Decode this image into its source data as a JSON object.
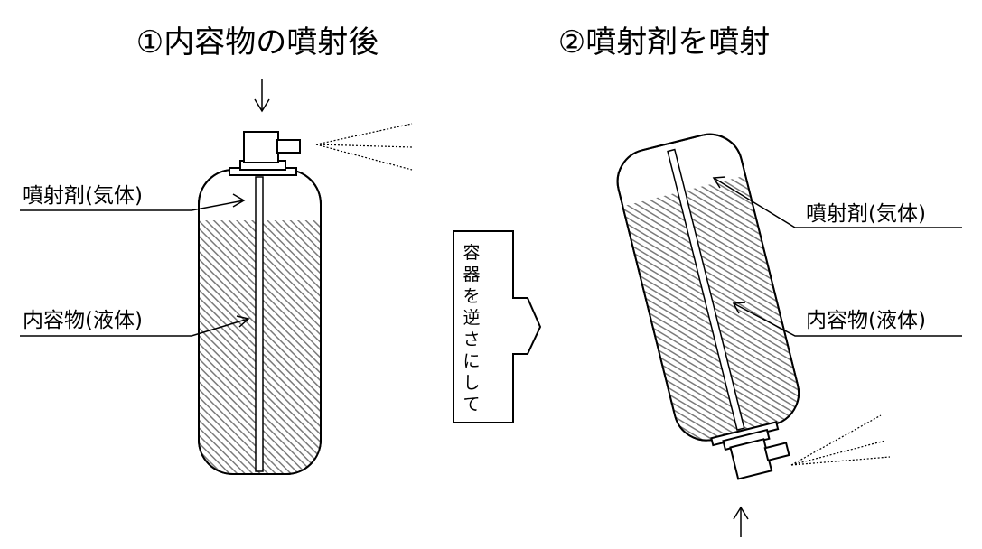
{
  "titles": {
    "left": "①内容物の噴射後",
    "right": "②噴射剤を噴射"
  },
  "left_labels": {
    "propellant": "噴射剤(気体)",
    "contents": "内容物(液体)"
  },
  "right_labels": {
    "propellant": "噴射剤(気体)",
    "contents": "内容物(液体)"
  },
  "center_arrow": {
    "text": [
      "容",
      "器",
      "を",
      "逆",
      "さ",
      "に",
      "し",
      "て"
    ]
  },
  "colors": {
    "line": "#000000",
    "hatch": "#808080",
    "background": "#ffffff"
  }
}
